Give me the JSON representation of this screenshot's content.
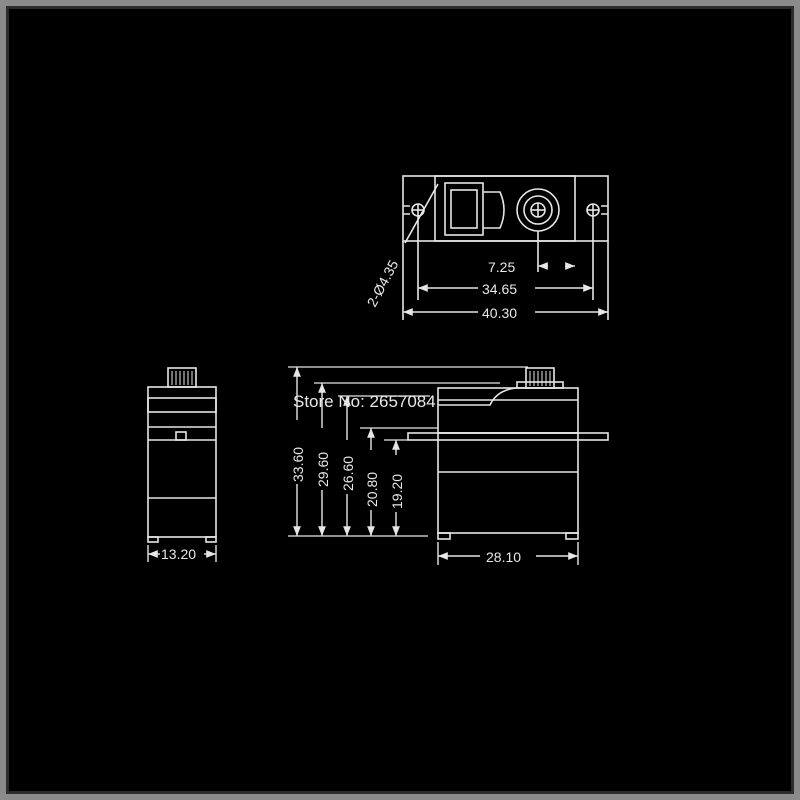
{
  "watermark": "Store No: 2657084",
  "dimensions": {
    "hole_spec": "2-Ø4.35",
    "horn_offset": "7.25",
    "mount_spacing": "34.65",
    "overall_length": "40.30",
    "side_width": "13.20",
    "body_length": "28.10",
    "total_height": "33.60",
    "case_top_height": "29.60",
    "horn_base_height": "26.60",
    "flange_top_height": "20.80",
    "flange_height": "19.20"
  },
  "colors": {
    "background": "#000000",
    "line": "#e6e6e6",
    "frame": "#8a8a8a"
  }
}
